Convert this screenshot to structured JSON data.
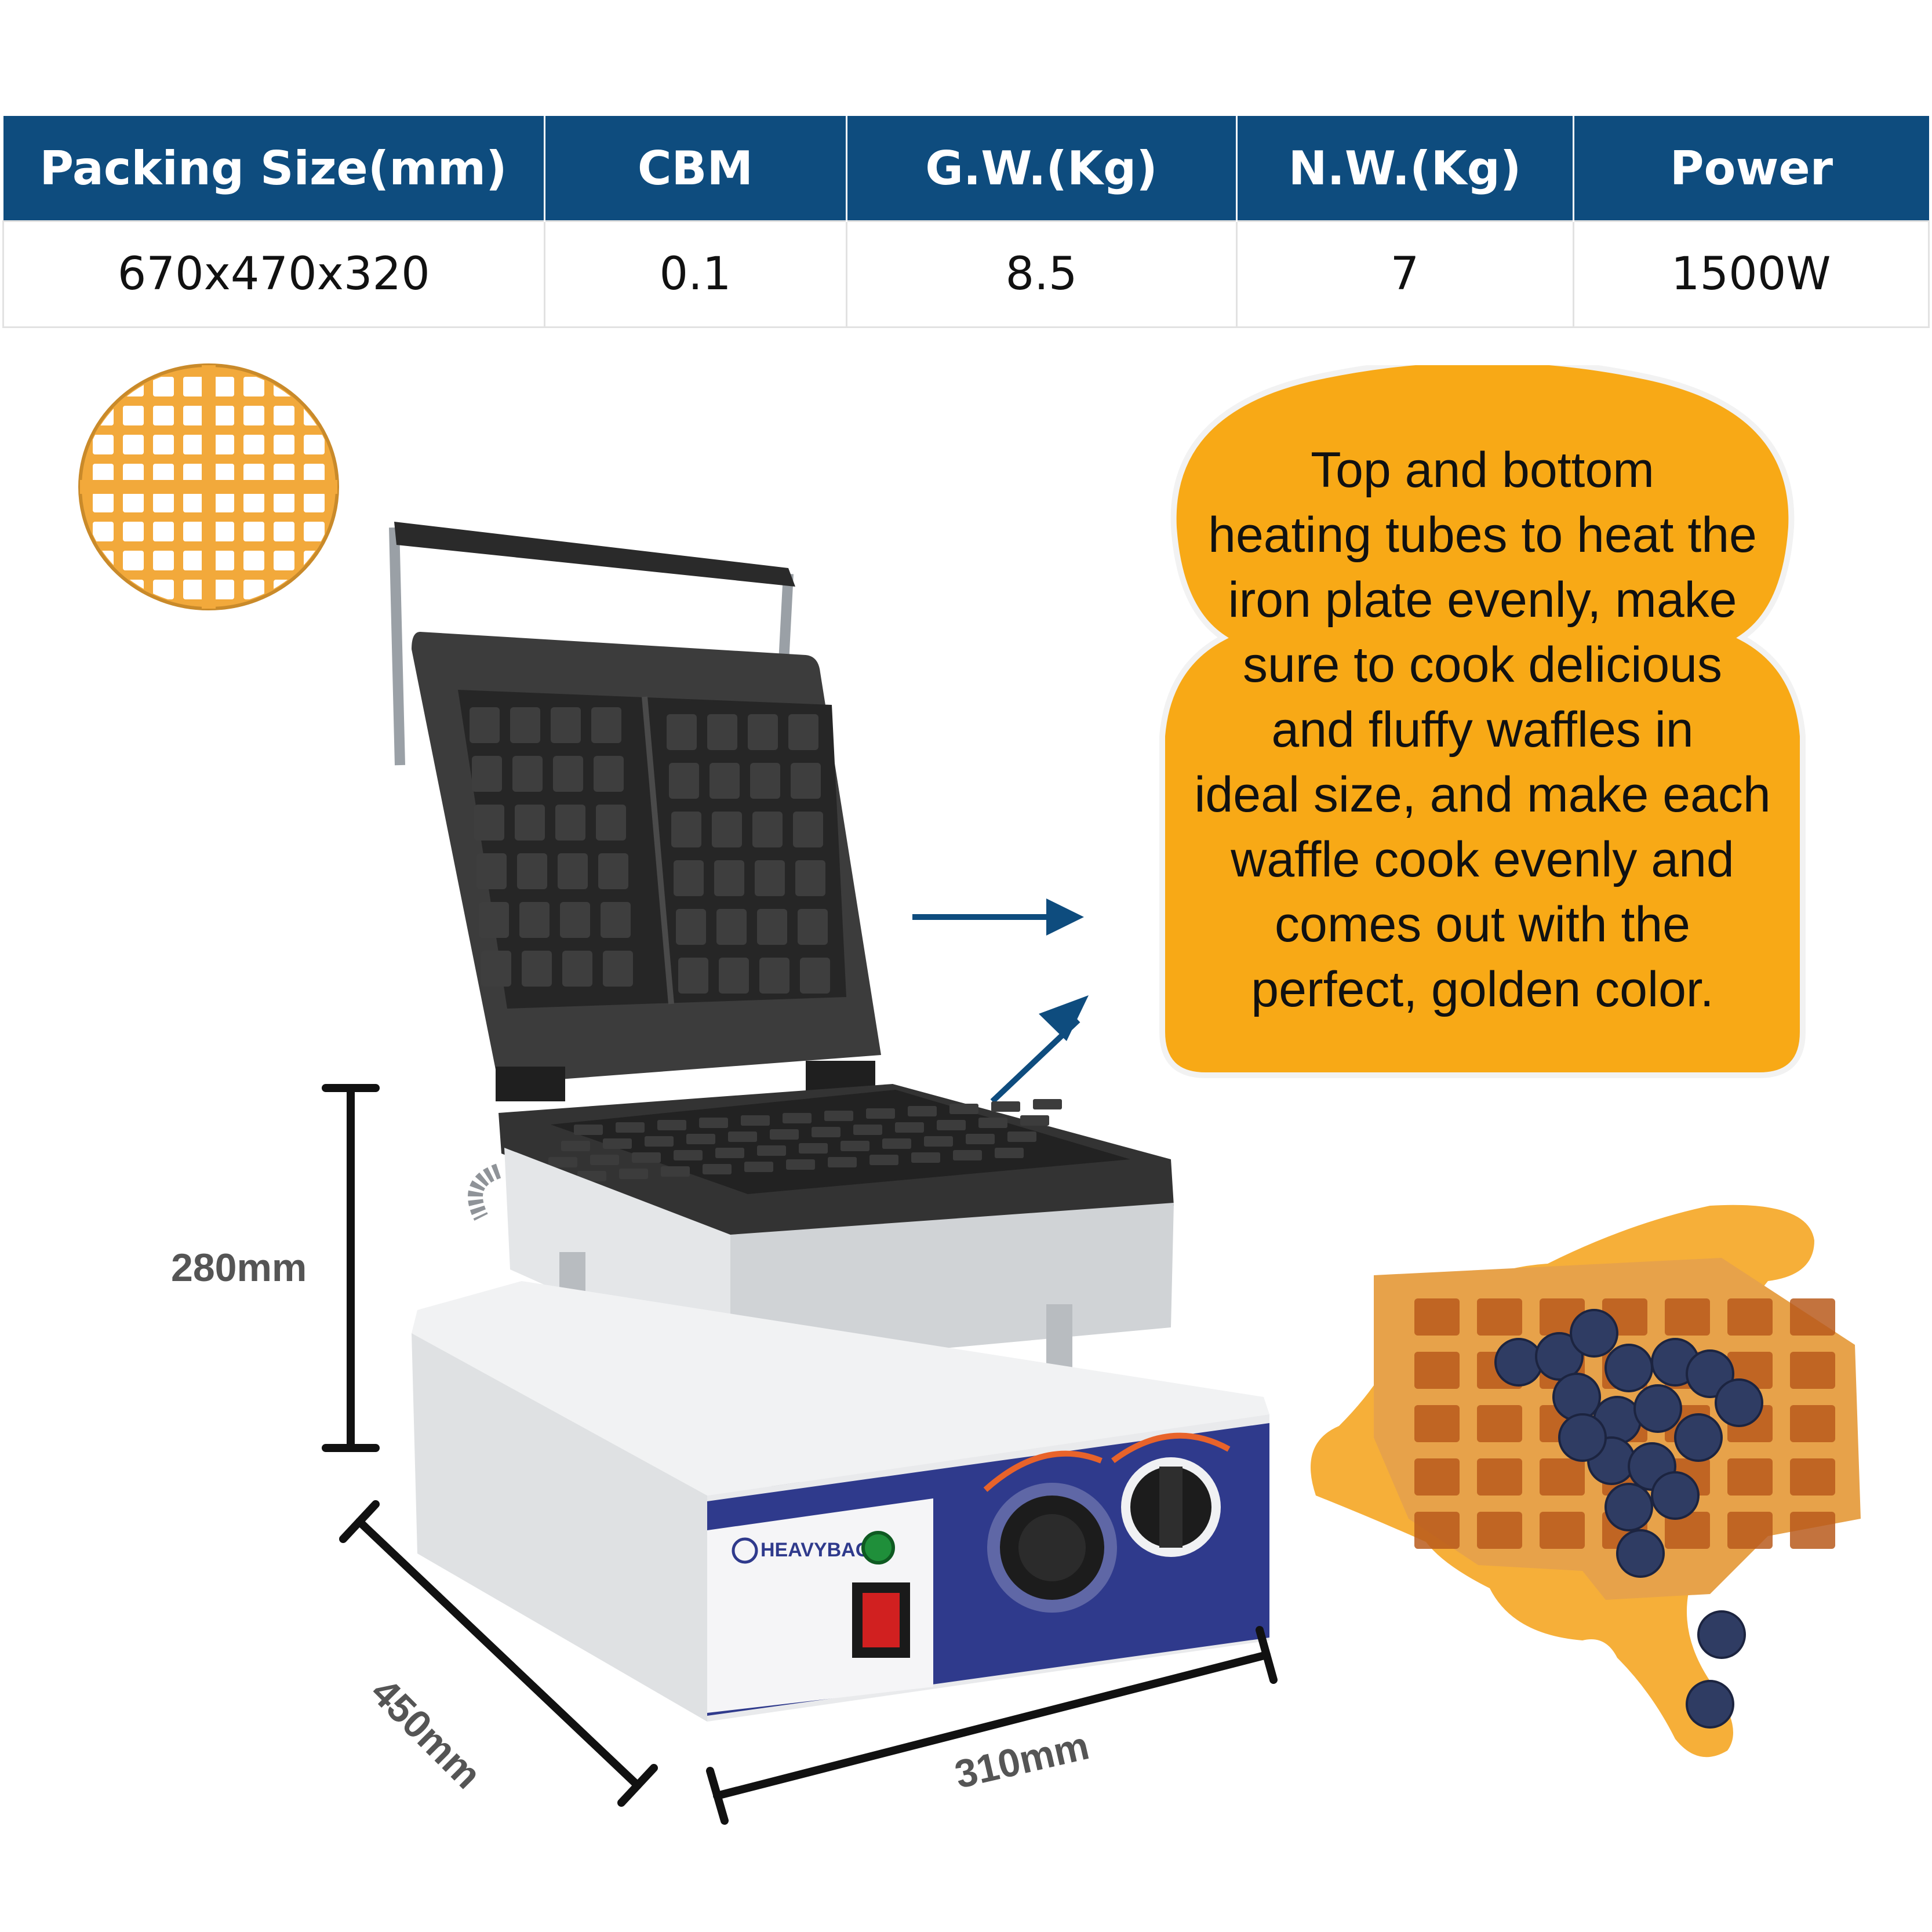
{
  "spec_table": {
    "headers": [
      "Packing Size(mm)",
      "CBM",
      "G.W.(Kg)",
      "N.W.(Kg)",
      "Power"
    ],
    "values": [
      "670x470x320",
      "0.1",
      "8.5",
      "7",
      "1500W"
    ]
  },
  "callout": {
    "lines": [
      "Top and bottom",
      "heating tubes to heat the",
      "iron plate evenly, make",
      "sure to cook delicious",
      "and fluffy waffles in",
      "ideal size, and make each",
      "waffle cook evenly and",
      "comes out with the",
      "perfect, golden color."
    ]
  },
  "dimensions": {
    "height": "280mm",
    "depth": "450mm",
    "width": "310mm"
  },
  "brand": {
    "name": "HEAVYBAO"
  },
  "colors": {
    "header_bg": "#0e4c7e",
    "callout_bg": "#f8a916",
    "arrow": "#0e4c7e",
    "control_panel": "#2f3a8c",
    "waffle_icon": "#f2a93b"
  },
  "icons": [
    "round-waffle-icon",
    "arrow-right-icon",
    "arrow-up-right-icon",
    "power-switch-icon",
    "indicator-light-icon",
    "temperature-knob-icon",
    "timer-knob-icon"
  ]
}
